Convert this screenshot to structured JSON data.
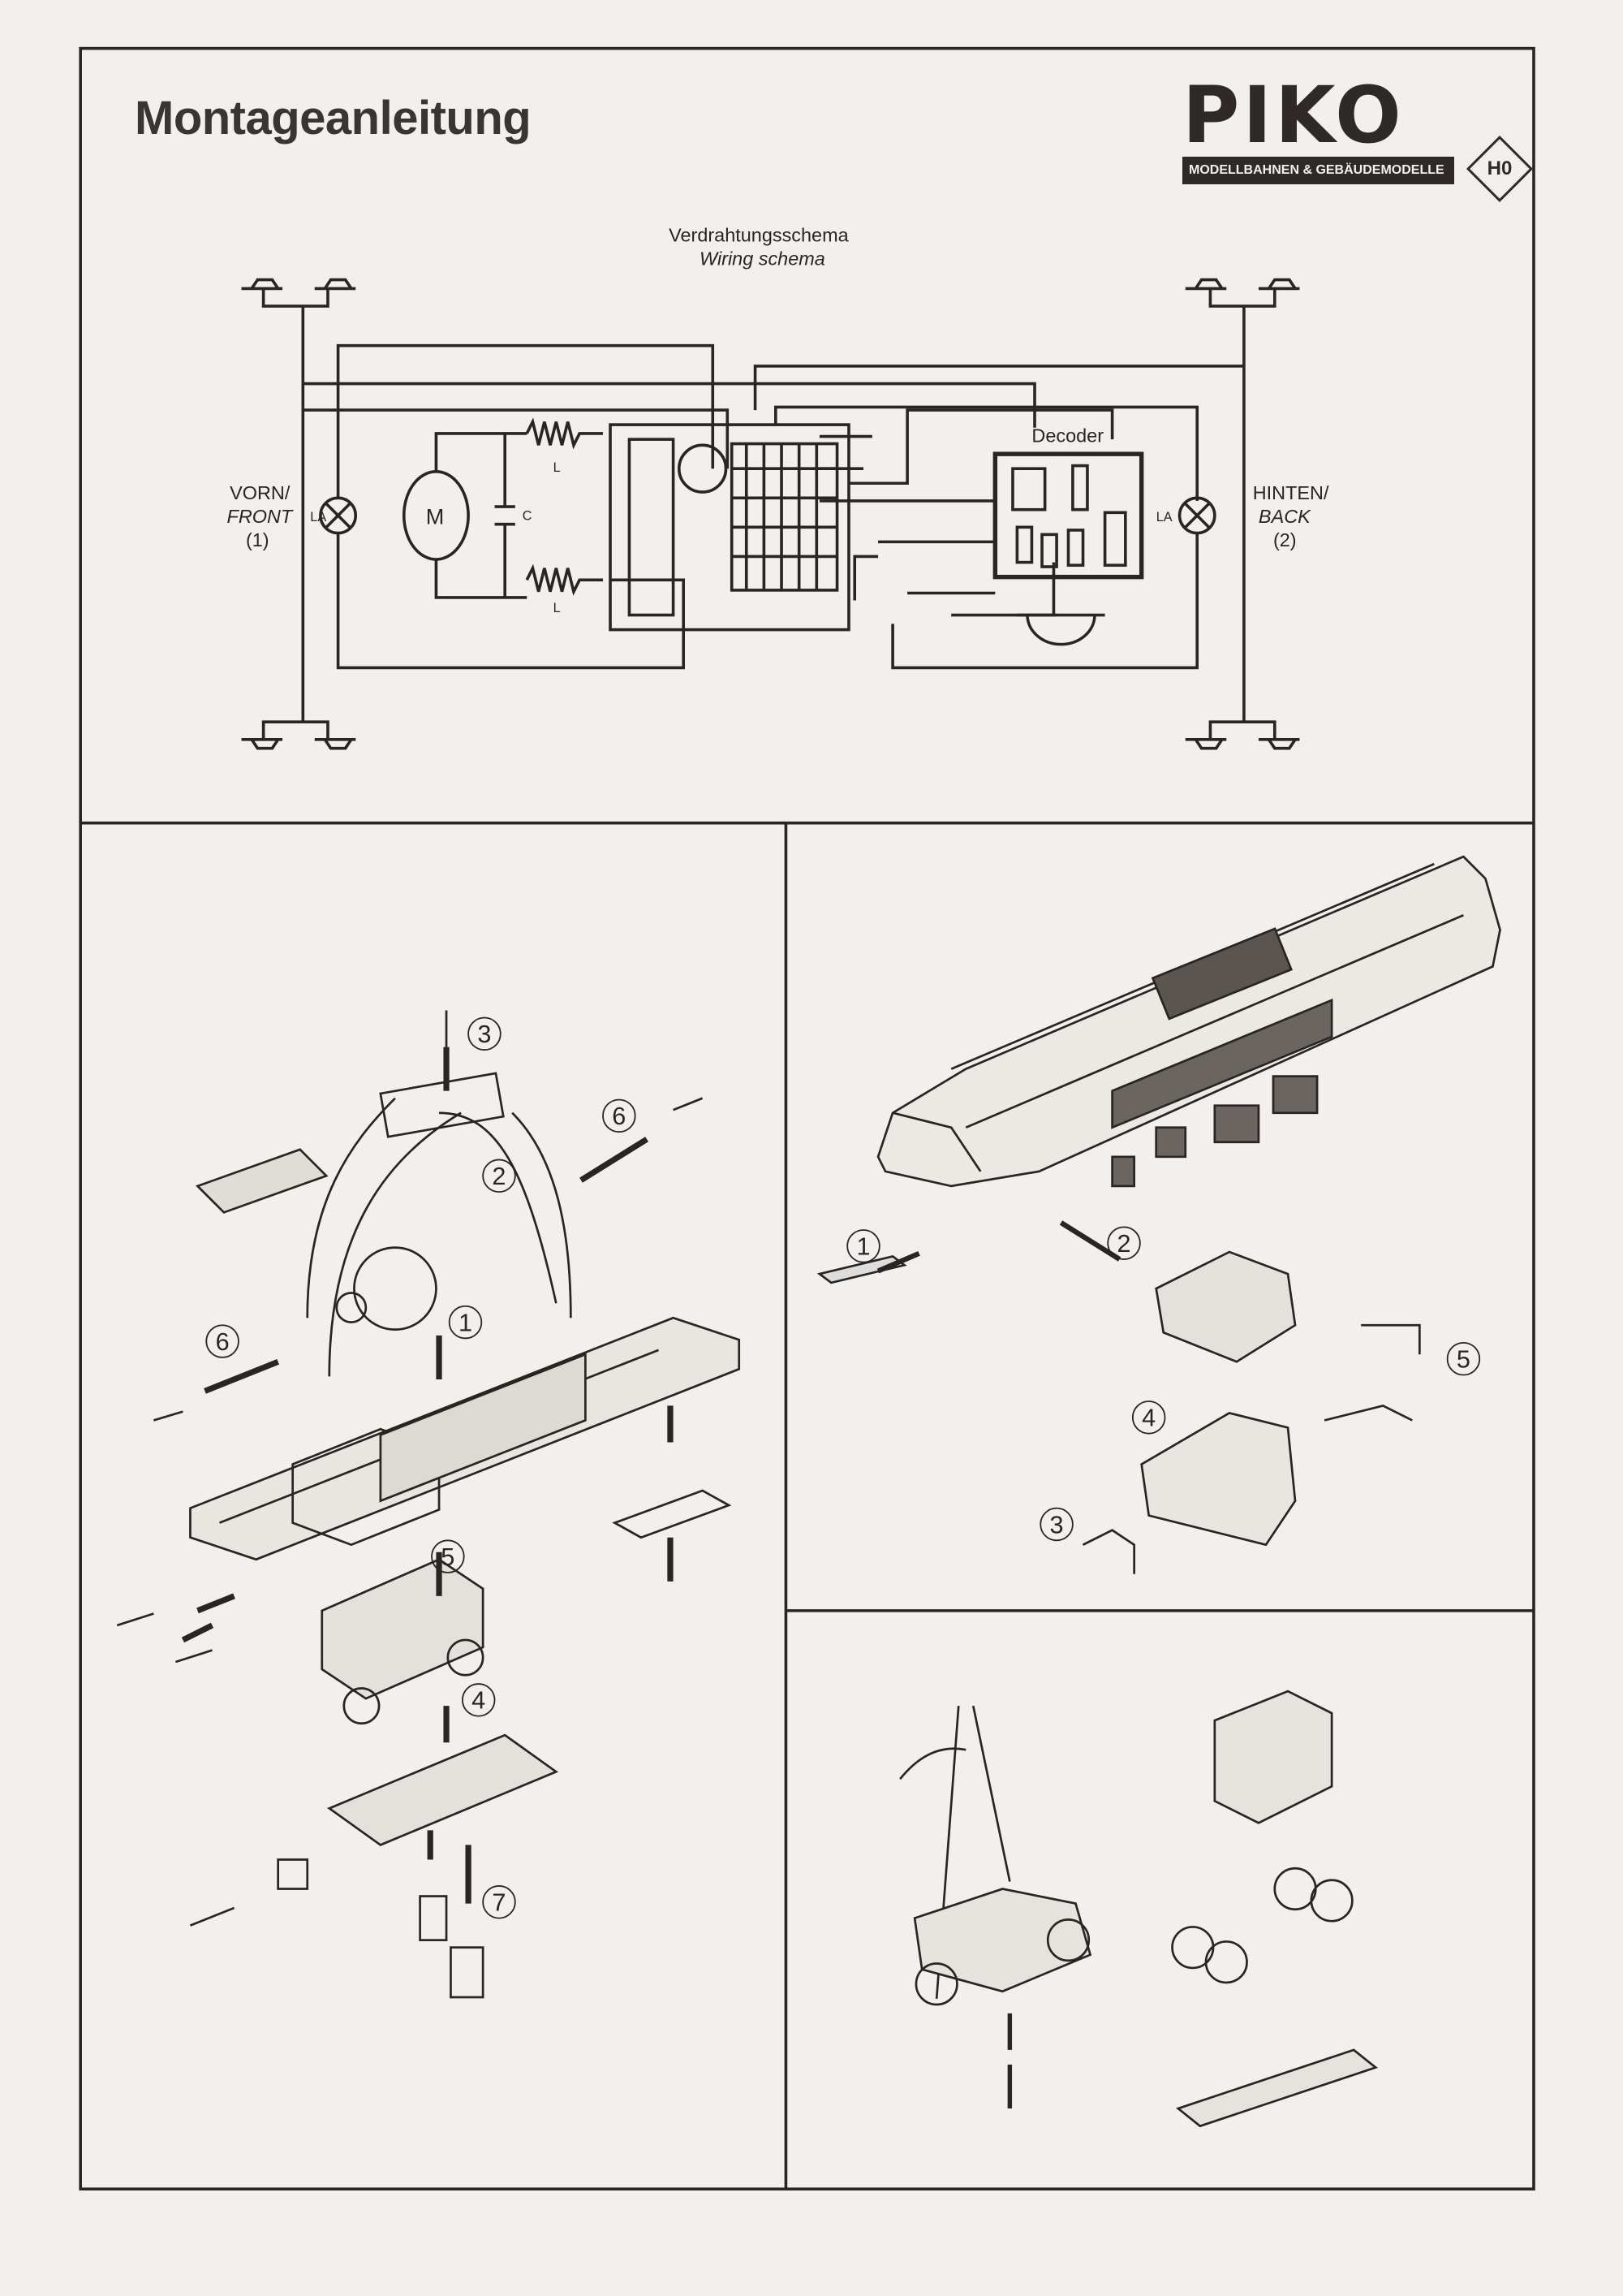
{
  "header": {
    "title": "Montageanleitung",
    "logo": {
      "brand": "PIKO",
      "tagline": "MODELLBAHNEN & GEBÄUDEMODELLE",
      "scale": "H0"
    }
  },
  "wiring": {
    "title": "Verdrahtungsschema",
    "subtitle": "Wiring schema",
    "decoder_label": "Decoder",
    "motor_label": "M",
    "capacitor_label": "C",
    "inductor_label_top": "L",
    "inductor_label_bottom": "L",
    "lamp_label_front": "LA",
    "lamp_label_back": "LA",
    "front": {
      "line1": "VORN/",
      "line2": "FRONT",
      "line3": "(1)"
    },
    "back": {
      "line1": "HINTEN/",
      "line2": "BACK",
      "line3": "(2)"
    }
  },
  "assembly_left": {
    "steps": [
      "3",
      "2",
      "6",
      "1",
      "6",
      "5",
      "4",
      "7"
    ]
  },
  "assembly_right_top": {
    "steps": [
      "1",
      "2",
      "5",
      "4",
      "3"
    ]
  },
  "colors": {
    "paper": "#f1f0ec",
    "ink": "#2a2522"
  }
}
